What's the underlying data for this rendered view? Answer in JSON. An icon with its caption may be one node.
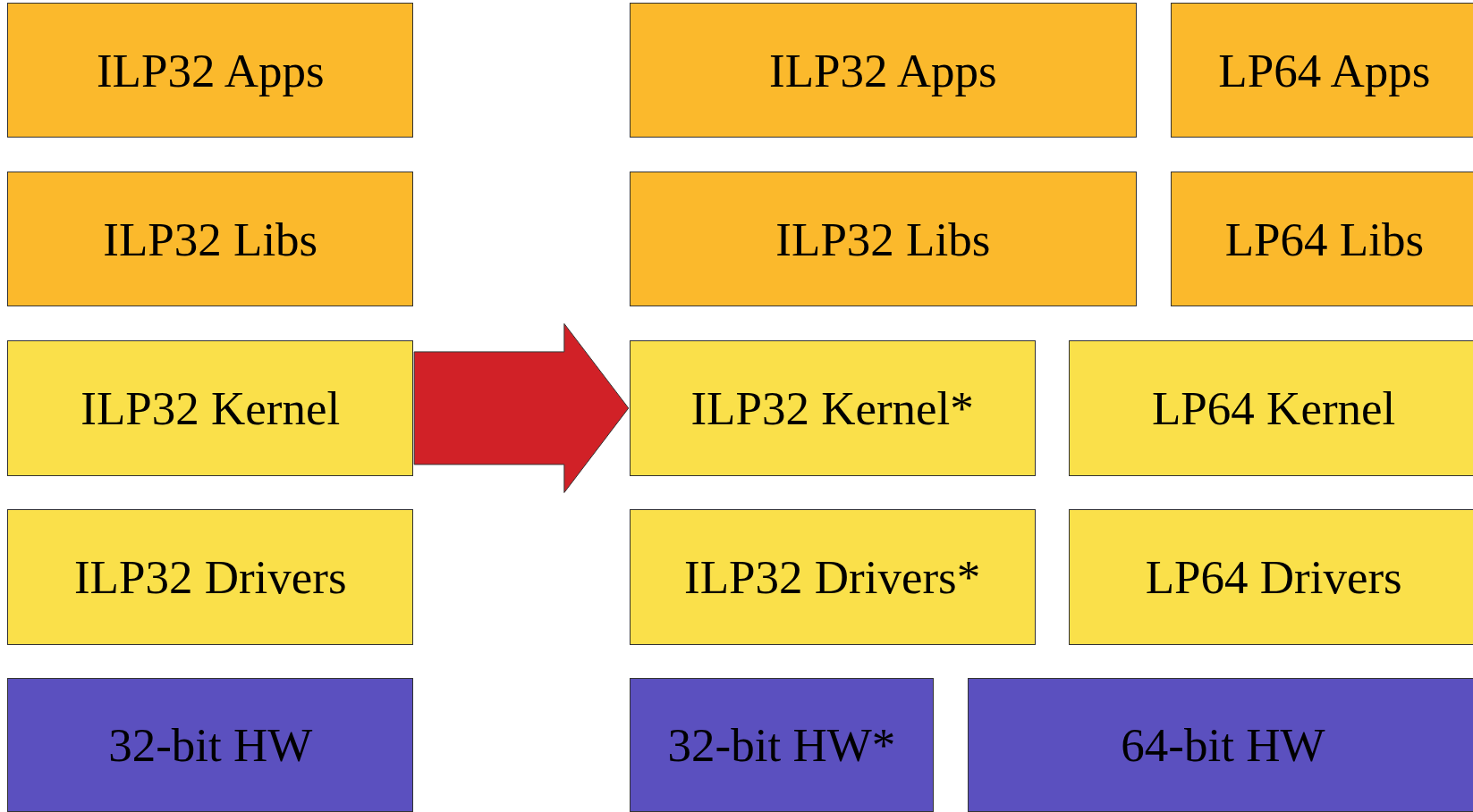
{
  "diagram": {
    "nodes": [
      {
        "text": [
          "ILP32 Apps"
        ]
      },
      {
        "text": [
          "ILP32 Apps"
        ]
      },
      {
        "text": [
          "LP64 Apps"
        ]
      },
      {
        "text": [
          "ILP32 Libs"
        ]
      },
      {
        "text": [
          "ILP32 Libs"
        ]
      },
      {
        "text": [
          "LP64 Libs"
        ]
      },
      {
        "text": [
          "ILP32 Kernel"
        ]
      },
      {
        "text": [
          "ILP32 Kernel*"
        ]
      },
      {
        "text": [
          "LP64 Kernel"
        ]
      },
      {
        "text": [
          "ILP32 Drivers"
        ]
      },
      {
        "text": [
          "ILP32 Drivers*"
        ]
      },
      {
        "text": [
          "LP64 Drivers"
        ]
      },
      {
        "text": [
          "32-bit HW"
        ]
      },
      {
        "text": [
          "32-bit HW*"
        ]
      },
      {
        "text": [
          "64-bit HW"
        ]
      }
    ],
    "edges": [
      {
        "from": 6,
        "to": 7,
        "arrow": "to",
        "color": "#d12127"
      }
    ]
  }
}
